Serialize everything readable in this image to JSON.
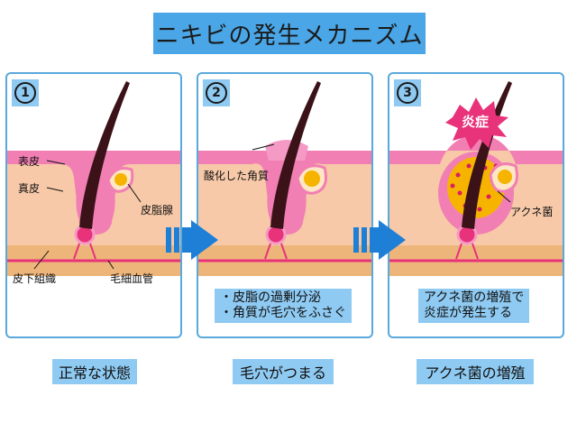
{
  "title": "ニキビの発生メカニズム",
  "panels": [
    {
      "number": "1",
      "labels": {
        "epidermis": "表皮",
        "dermis": "真皮",
        "sebaceous_gland": "皮脂腺",
        "subcutaneous": "皮下組織",
        "capillary": "毛細血管"
      },
      "caption": "正常な状態"
    },
    {
      "number": "2",
      "labels": {
        "oxidized_keratin": "酸化した角質"
      },
      "notes": [
        "・皮脂の過剰分泌",
        "・角質が毛穴をふさぐ"
      ],
      "caption": "毛穴がつまる"
    },
    {
      "number": "3",
      "labels": {
        "inflammation": "炎症",
        "acne_bacteria": "アクネ菌"
      },
      "notes": [
        "アクネ菌の増殖で",
        "炎症が発生する"
      ],
      "caption": "アクネ菌の増殖"
    }
  ],
  "colors": {
    "accent_blue": "#4aa6e6",
    "light_blue": "#8fcaf2",
    "skin_pink": "#f27fb3",
    "dermis": "#f7c9a8",
    "subcutaneous": "#edb57a",
    "hair": "#3a1218",
    "sebum": "#f6b400",
    "vessel": "#e8327a"
  },
  "icons": [
    "circled-number-icon",
    "arrow-right-icon",
    "hair-icon",
    "inflammation-burst-icon"
  ]
}
